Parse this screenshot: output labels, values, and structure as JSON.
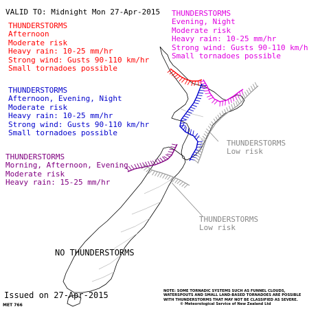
{
  "header": {
    "valid_to": "VALID TO: Midnight Mon 27-Apr-2015"
  },
  "regions": {
    "red": {
      "color": "#ff0000",
      "lines": [
        "THUNDERSTORMS",
        "Afternoon",
        "Moderate risk",
        "Heavy rain: 10-25 mm/hr",
        "Strong wind: Gusts 90-110 km/hr",
        "Small tornadoes possible"
      ]
    },
    "magenta": {
      "color": "#e000e0",
      "lines": [
        "THUNDERSTORMS",
        "Evening, Night",
        "Moderate risk",
        "Heavy rain: 10-25 mm/hr",
        "Strong wind: Gusts 90-110 km/hr",
        "Small tornadoes possible"
      ]
    },
    "blue": {
      "color": "#0000cc",
      "lines": [
        "THUNDERSTORMS",
        "Afternoon, Evening, Night",
        "Moderate risk",
        "Heavy rain: 10-25 mm/hr",
        "Strong wind: Gusts 90-110 km/hr",
        "Small tornadoes possible"
      ]
    },
    "purple": {
      "color": "#800080",
      "lines": [
        "THUNDERSTORMS",
        "Morning, Afternoon, Evening",
        "Moderate risk",
        "Heavy rain: 15-25 mm/hr"
      ]
    },
    "grey_north": {
      "color": "#888888",
      "lines": [
        "THUNDERSTORMS",
        "Low risk"
      ]
    },
    "grey_south": {
      "color": "#888888",
      "lines": [
        "THUNDERSTORMS",
        "Low risk"
      ]
    }
  },
  "no_storms": "NO THUNDERSTORMS",
  "issued": "Issued on 27-Apr-2015",
  "met_code": "MET 766",
  "note": {
    "lines": [
      "NOTE: SOME TORNADIC SYSTEMS SUCH AS FUNNEL CLOUDS,",
      "WATERSPOUTS AND SMALL LAND-BASED TORNADOES ARE POSSIBLE",
      "WITH THUNDERSTORMS THAT MAY NOT BE CLASSIFIED AS SEVERE.",
      "© Meteorological Service of New Zealand Ltd"
    ]
  }
}
